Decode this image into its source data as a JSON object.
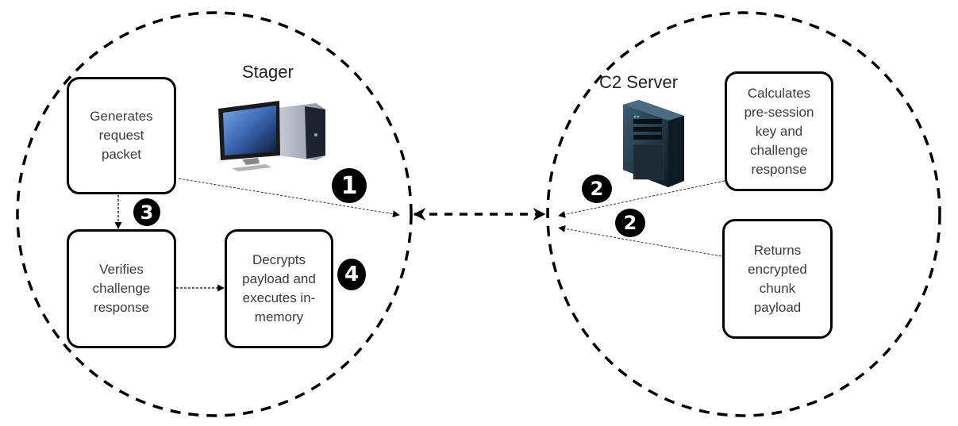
{
  "diagram": {
    "stager": {
      "title": "Stager",
      "icon": "desktop-computer-icon",
      "boxes": {
        "generate": [
          "Generates",
          "request",
          "packet"
        ],
        "verify": [
          "Verifies",
          "challenge",
          "response"
        ],
        "decrypt": [
          "Decrypts",
          "payload and",
          "executes in-",
          "memory"
        ]
      }
    },
    "c2": {
      "title": "C2 Server",
      "icon": "server-tower-icon",
      "boxes": {
        "calculate": [
          "Calculates",
          "pre-session",
          "key and",
          "challenge",
          "response"
        ],
        "returns": [
          "Returns",
          "encrypted",
          "chunk",
          "payload"
        ]
      }
    },
    "badges": {
      "step1": "1",
      "step2a": "2",
      "step2b": "2",
      "step3": "3",
      "step4": "4"
    },
    "colors": {
      "stroke": "#000000",
      "text": "#3a3a3a",
      "badge_bg": "#000000",
      "badge_fg": "#ffffff"
    }
  }
}
